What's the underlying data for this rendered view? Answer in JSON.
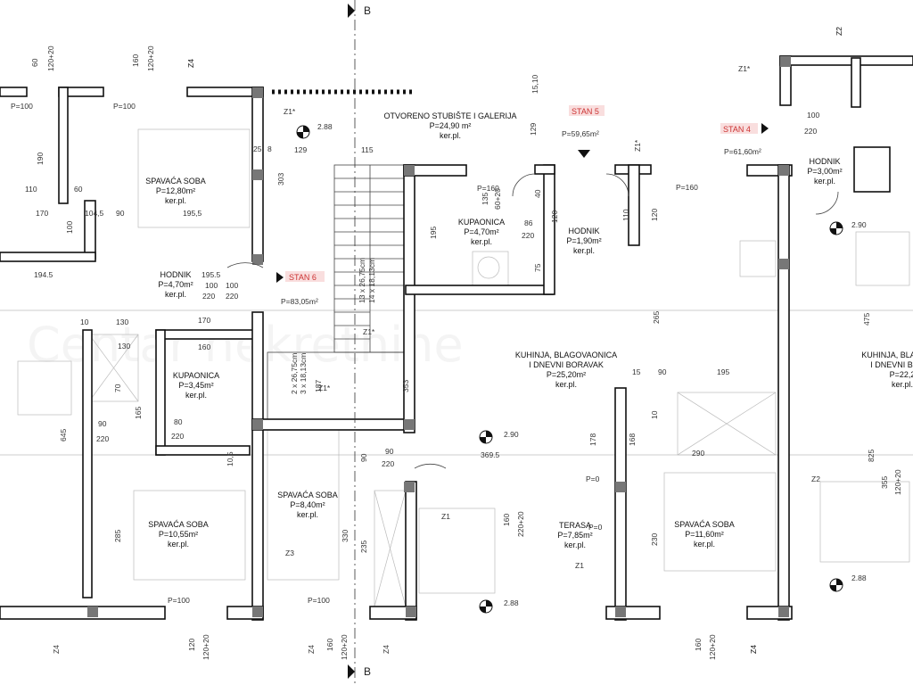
{
  "section_mark": "B",
  "stan_labels": [
    "STAN 6",
    "STAN 5",
    "STAN 4"
  ],
  "watermark": "Centar nekretnine",
  "rooms": [
    {
      "name": "SPAVAĆA SOBA",
      "area": "P=12,80m²",
      "floor": "ker.pl."
    },
    {
      "name": "HODNIK",
      "area": "P=4,70m²",
      "floor": "ker.pl."
    },
    {
      "name": "KUPAONICA",
      "area": "P=3,45m²",
      "floor": "ker.pl."
    },
    {
      "name": "SPAVAĆA SOBA",
      "area": "P=10,55m²",
      "floor": "ker.pl."
    },
    {
      "name": "SPAVAĆA SOBA",
      "area": "P=8,40m²",
      "floor": "ker.pl."
    },
    {
      "name": "OTVORENO STUBIŠTE I GALERIJA",
      "area": "P=24,90 m²",
      "floor": "ker.pl."
    },
    {
      "name": "KUPAONICA",
      "area": "P=4,70m²",
      "floor": "ker.pl."
    },
    {
      "name": "HODNIK",
      "area": "P=1,90m²",
      "floor": "ker.pl."
    },
    {
      "name": "KUHINJA, BLAGOVAONICA",
      "line2": "I DNEVNI BORAVAK",
      "area": "P=25,20m²",
      "floor": "ker.pl."
    },
    {
      "name": "TERASA",
      "area": "P=7,85m²",
      "floor": "ker.pl."
    },
    {
      "name": "SPAVAĆA SOBA",
      "area": "P=11,60m²",
      "floor": "ker.pl."
    },
    {
      "name": "HODNIK",
      "area": "P=3,00m²",
      "floor": "ker.pl."
    },
    {
      "name": "KUHINJA, BLAG",
      "line2": "I DNEVNI B",
      "area": "P=22,2",
      "floor": "ker.pl."
    }
  ],
  "stan_areas": [
    "P=83,05m²",
    "P=59,65m²",
    "P=61,60m²"
  ],
  "levels": [
    "2.88",
    "2.90",
    "2.90",
    "2.88",
    "2.88"
  ],
  "stairs": [
    "2 x 26,75cm",
    "3 x 18,13cm",
    "13 x 26,75cm",
    "14 x 18,13cm"
  ],
  "tags": [
    "Z1*",
    "Z1*",
    "Z1*",
    "Z1*",
    "Z1",
    "Z1",
    "Z2",
    "Z2",
    "Z3",
    "Z4",
    "Z4",
    "Z4",
    "Z4",
    "Z4",
    "Z1*"
  ],
  "p_marks": [
    "P=100",
    "P=100",
    "P=100",
    "P=100",
    "P=160",
    "P=160",
    "P=0",
    "P=0"
  ],
  "dims_h": [
    "110",
    "60",
    "170",
    "104,5",
    "90",
    "195,5",
    "194.5",
    "195.5",
    "100",
    "220",
    "170",
    "10",
    "130",
    "130",
    "160",
    "80",
    "220",
    "90",
    "220",
    "129",
    "115",
    "90",
    "220",
    "369.5",
    "195",
    "290",
    "90",
    "15",
    "100",
    "220",
    "86",
    "220",
    "100",
    "220"
  ],
  "dims_v": [
    "60",
    "120+20",
    "160",
    "120+20",
    "Z4",
    "190",
    "100",
    "303",
    "25",
    "8",
    "645",
    "165",
    "70",
    "285",
    "10,5",
    "187",
    "353",
    "330",
    "235",
    "90",
    "15,10",
    "129",
    "135",
    "60+20",
    "40",
    "195",
    "75",
    "110",
    "120",
    "265",
    "178",
    "168",
    "10",
    "230",
    "120",
    "160",
    "220+20",
    "475",
    "355",
    "120+20",
    "825",
    "160",
    "120+20",
    "120",
    "120+20",
    "160",
    "120+20",
    "Z2",
    "Z4"
  ]
}
